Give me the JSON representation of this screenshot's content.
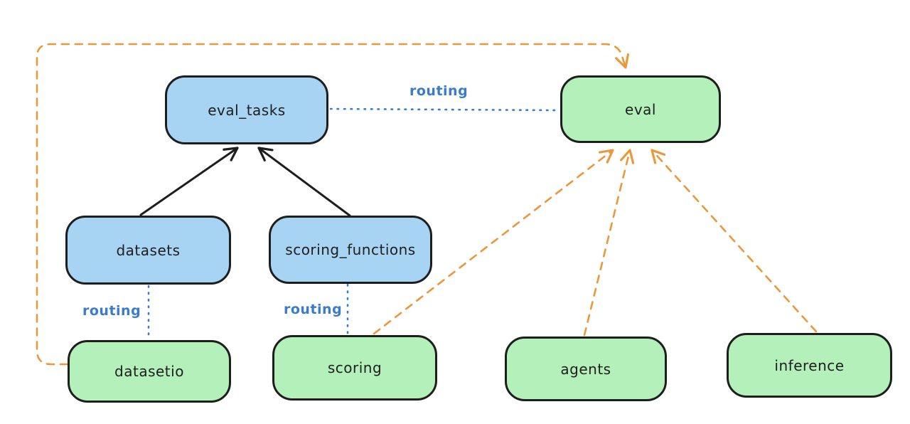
{
  "diagram": {
    "colors": {
      "background": "#ffffff",
      "blue_node_fill": "#a8d4f3",
      "green_node_fill": "#b4f0ba",
      "node_border": "#1e1e1e",
      "solid_arrow": "#1e1e1e",
      "routing_line": "#3b7cc9",
      "provider_arrow": "#e9983c"
    },
    "nodes": [
      {
        "id": "eval_tasks",
        "label": "eval_tasks",
        "color": "blue"
      },
      {
        "id": "eval",
        "label": "eval",
        "color": "green"
      },
      {
        "id": "datasets",
        "label": "datasets",
        "color": "blue"
      },
      {
        "id": "scoring_functions",
        "label": "scoring_functions",
        "color": "blue"
      },
      {
        "id": "datasetio",
        "label": "datasetio",
        "color": "green"
      },
      {
        "id": "scoring",
        "label": "scoring",
        "color": "green"
      },
      {
        "id": "agents",
        "label": "agents",
        "color": "green"
      },
      {
        "id": "inference",
        "label": "inference",
        "color": "green"
      }
    ],
    "edges": [
      {
        "from": "datasets",
        "to": "eval_tasks",
        "style": "solid-black-arrow",
        "label": ""
      },
      {
        "from": "scoring_functions",
        "to": "eval_tasks",
        "style": "solid-black-arrow",
        "label": ""
      },
      {
        "from": "eval_tasks",
        "to": "eval",
        "style": "dotted-blue",
        "label": "routing"
      },
      {
        "from": "datasets",
        "to": "datasetio",
        "style": "dotted-blue",
        "label": "routing"
      },
      {
        "from": "scoring_functions",
        "to": "scoring",
        "style": "dotted-blue",
        "label": "routing"
      },
      {
        "from": "datasetio",
        "to": "eval",
        "style": "dashed-orange-arrow",
        "label": ""
      },
      {
        "from": "scoring",
        "to": "eval",
        "style": "dashed-orange-arrow",
        "label": ""
      },
      {
        "from": "agents",
        "to": "eval",
        "style": "dashed-orange-arrow",
        "label": ""
      },
      {
        "from": "inference",
        "to": "eval",
        "style": "dashed-orange-arrow",
        "label": ""
      }
    ],
    "edge_labels": [
      {
        "id": "routing-eval_tasks-eval",
        "text": "routing"
      },
      {
        "id": "routing-datasets-datasetio",
        "text": "routing"
      },
      {
        "id": "routing-scoringfn-scoring",
        "text": "routing"
      }
    ]
  }
}
